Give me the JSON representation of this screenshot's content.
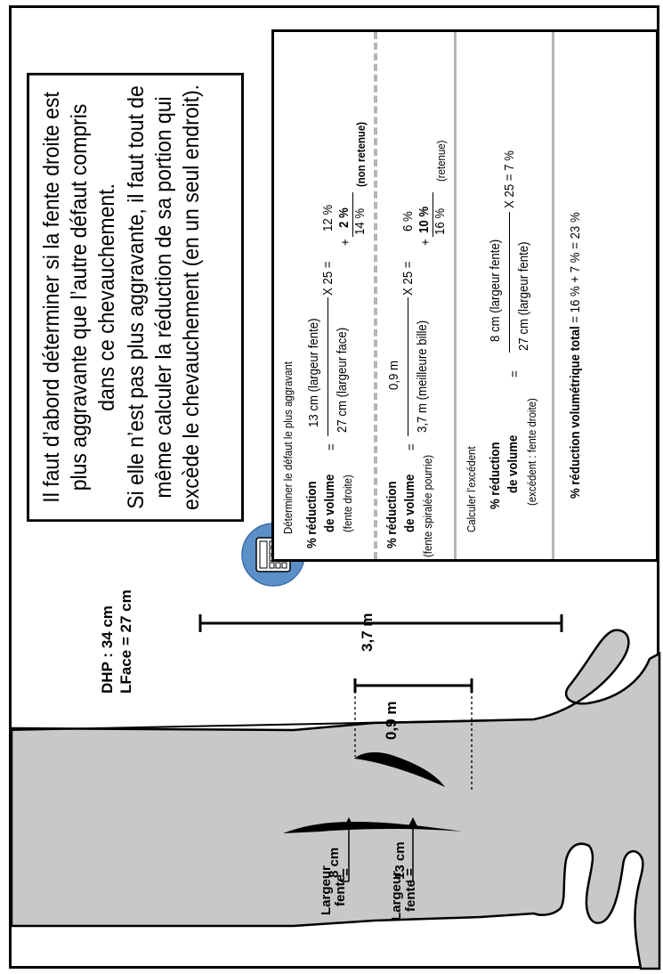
{
  "tree_info": {
    "dhp": "DHP : 34 cm",
    "lface": "LFace = 27 cm"
  },
  "measures": {
    "length_long": "3,7 m",
    "length_short": "0,9 m"
  },
  "widths": {
    "label_word1": "Largeur",
    "label_word2": "fente",
    "width_1": "8 cm",
    "width_2": "13 cm",
    "eq": "="
  },
  "note": {
    "line1": "Il faut d’abord déterminer si la fente droite est plus aggravante que l’autre défaut compris dans ce chevauchement.",
    "line2": "Si elle n’est pas plus aggravante, il faut tout de même calculer la réduction de sa portion qui excède le chevauchement (en un seul endroit)."
  },
  "calc": {
    "section1_title": "Déterminer le défaut le plus aggravant",
    "row1": {
      "label_a": "% réduction",
      "label_b": "de volume",
      "label_c": "(fente droite)",
      "eq": "=",
      "numerator": "13 cm (largeur fente)",
      "denominator": "27 cm (largeur face)",
      "times": "X 25 =",
      "v1": "12 %",
      "plus": "+",
      "v2": "2 %",
      "total": "14 %",
      "note": "(non retenue)"
    },
    "row2": {
      "label_a": "% réduction",
      "label_b": "de volume",
      "label_c": "(fente spiralée pourrie)",
      "eq": "=",
      "numerator": "0,9 m",
      "denominator": "3,7 m (meilleure bille)",
      "times": "X 25 =",
      "v1": "6 %",
      "plus": "+",
      "v2": "10 %",
      "total": "16 %",
      "note": "(retenue)"
    },
    "section2_title": "Calculer l’excédent",
    "row3": {
      "label_a": "% réduction",
      "label_b": "de volume",
      "label_c": "(excédent : fente droite)",
      "eq": "=",
      "numerator": "8 cm (largeur fente)",
      "denominator": "27 cm (largeur fente)",
      "result": "X 25 = 7 %"
    },
    "total_label": "% réduction volumétrique total",
    "total_value": " = 16 % + 7 % = 23 %"
  },
  "colors": {
    "tree_fill": "#c8c8c8",
    "separator": "#b5b5b5",
    "calculator_circle": "#5b8fc7"
  }
}
